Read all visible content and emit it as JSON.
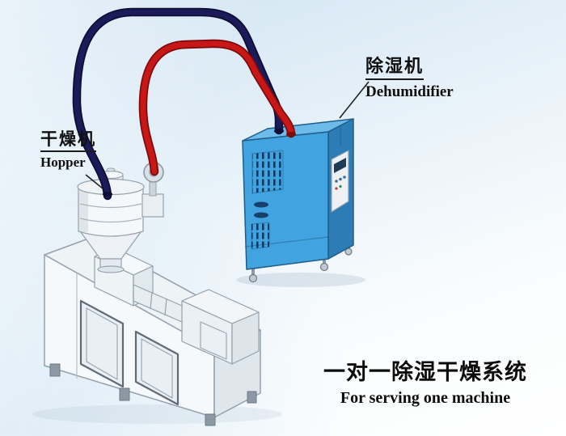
{
  "labels": {
    "dryer": {
      "cn": "干燥机",
      "en": "Hopper"
    },
    "dehumidifier": {
      "cn": "除湿机",
      "en": "Dehumidifier"
    },
    "caption": {
      "cn": "一对一除湿干燥系统",
      "en": "For serving one machine"
    }
  },
  "colors": {
    "pipe_red": "#c81717",
    "pipe_red_outline": "#7e0b0b",
    "pipe_navy": "#1b1b5a",
    "pipe_navy_outline": "#0d0d35",
    "cabinet_front": "#41a3e0",
    "cabinet_side": "#2d7cb5",
    "cabinet_top": "#6cbbe9",
    "machine_face": "#f6f9fb",
    "machine_top": "#eef3f6",
    "machine_side": "#dfe7ec",
    "outline_gray": "#93a1ad"
  }
}
